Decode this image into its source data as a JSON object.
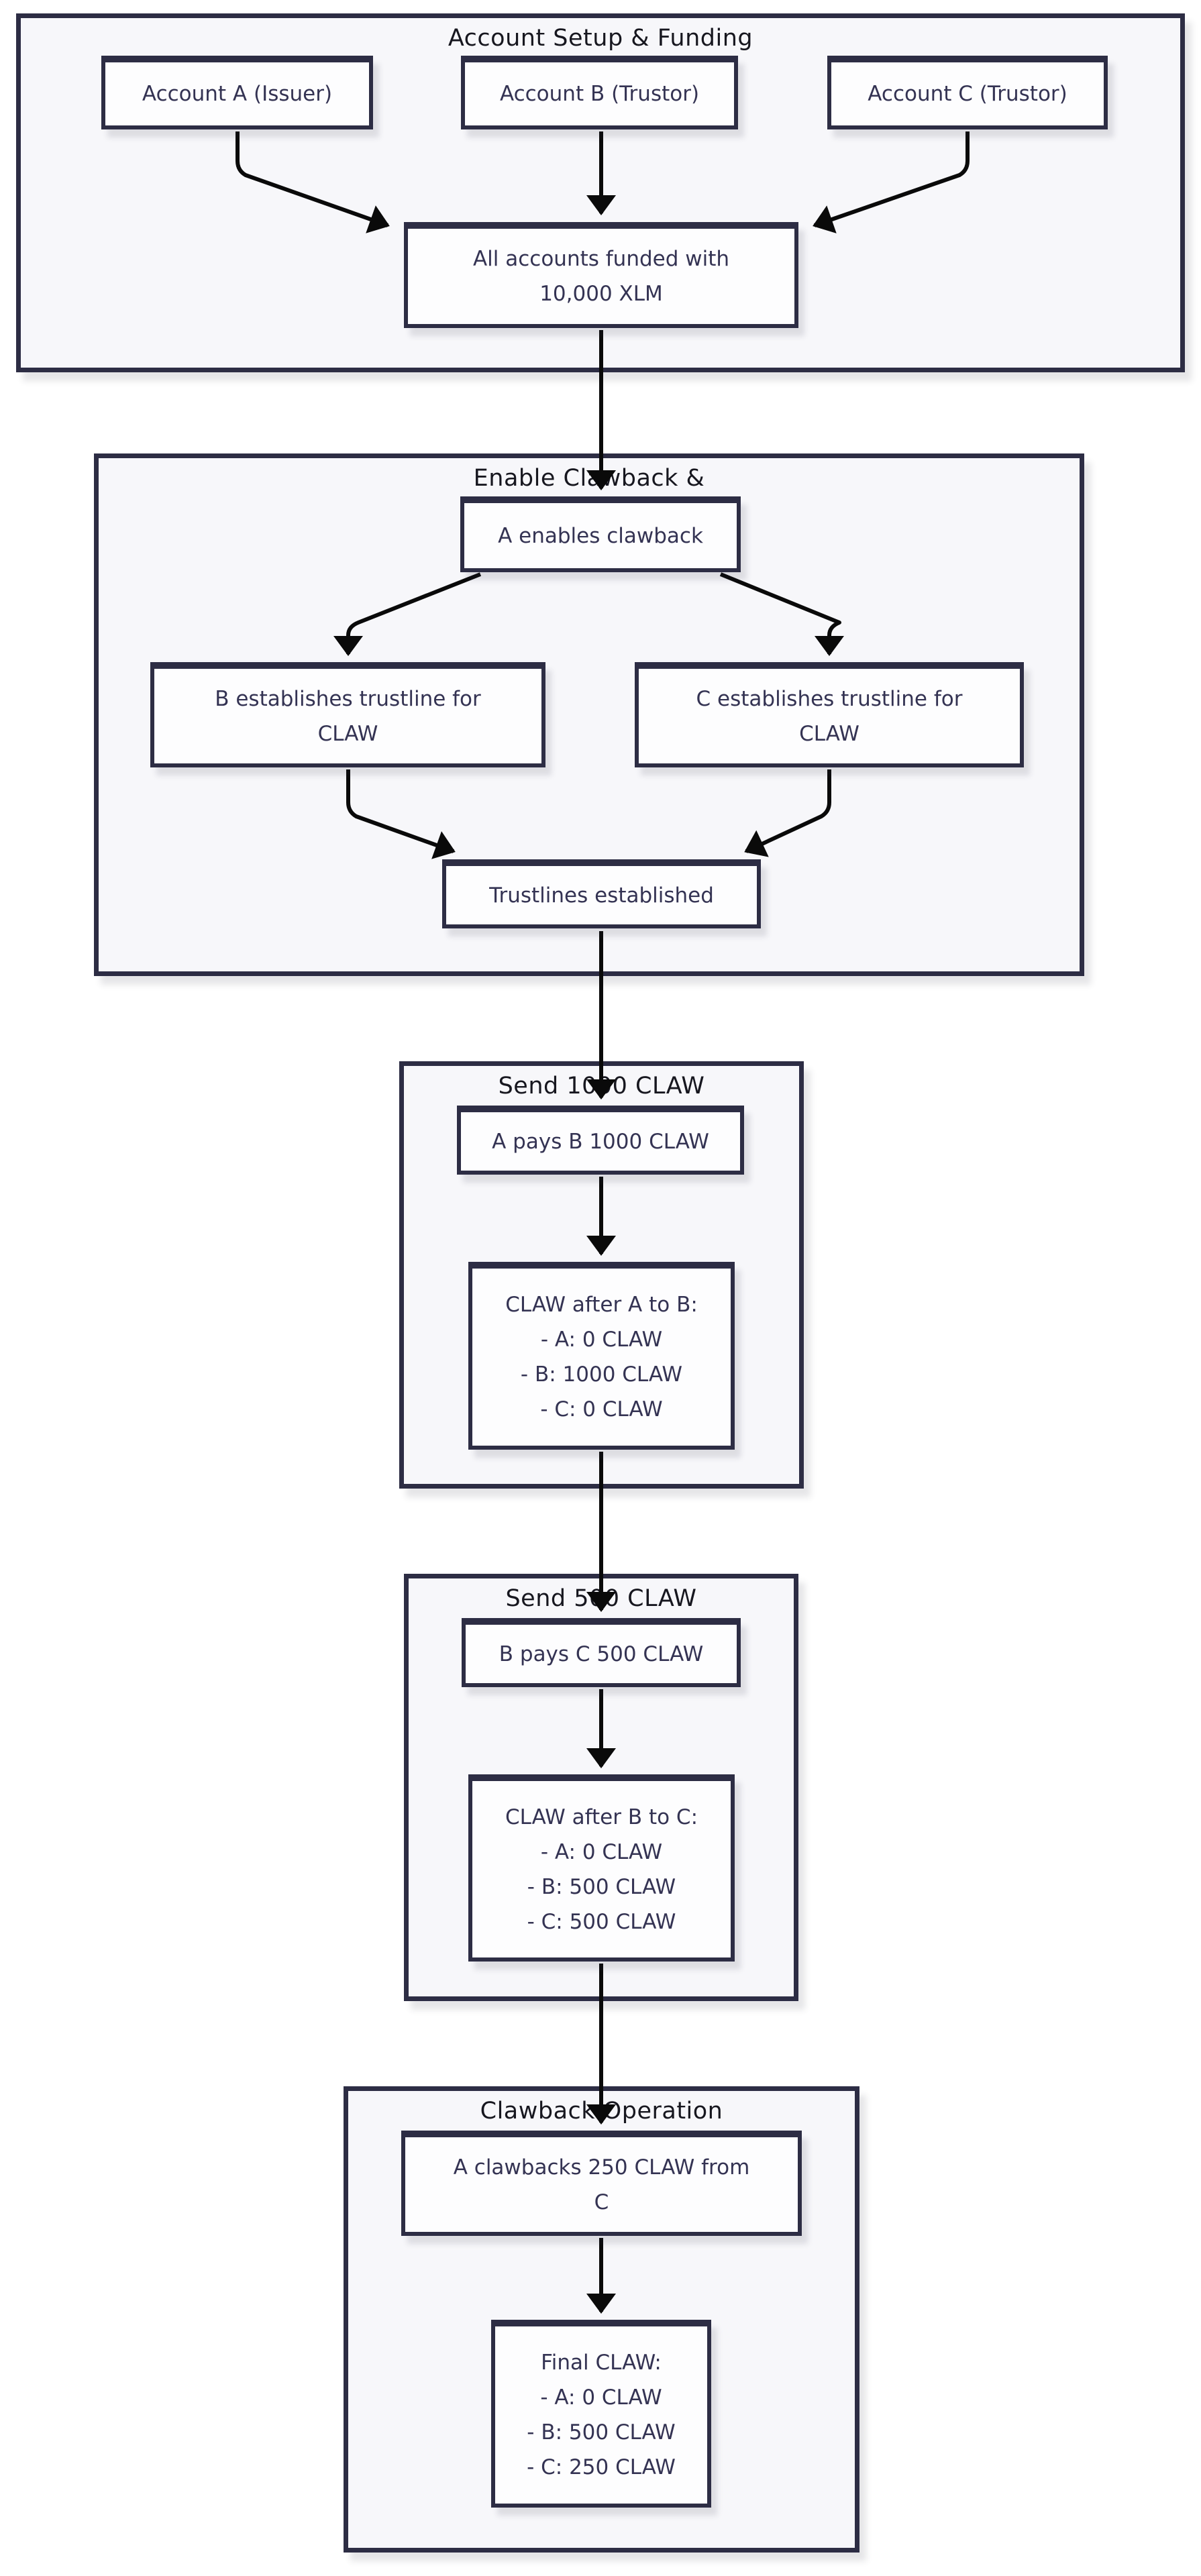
{
  "diagram_type": "flowchart",
  "colors": {
    "page_bg": "#ffffff",
    "group_fill": "#f7f7fa",
    "node_fill": "#fdfdfe",
    "border": "#2d2d44",
    "edge": "#0a0a0a",
    "node_text": "#343353",
    "title_text": "#17171f"
  },
  "groups": [
    {
      "title": "Account Setup & Funding",
      "nodes": [
        {
          "lines": [
            "Account A (Issuer)"
          ]
        },
        {
          "lines": [
            "Account B (Trustor)"
          ]
        },
        {
          "lines": [
            "Account C (Trustor)"
          ]
        },
        {
          "lines": [
            "All accounts funded with",
            "10,000 XLM"
          ]
        }
      ]
    },
    {
      "title": "Enable Clawback &",
      "nodes": [
        {
          "lines": [
            "A enables clawback"
          ]
        },
        {
          "lines": [
            "B establishes trustline for",
            "CLAW"
          ]
        },
        {
          "lines": [
            "C establishes trustline for",
            "CLAW"
          ]
        },
        {
          "lines": [
            "Trustlines established"
          ]
        }
      ]
    },
    {
      "title": "Send 1000 CLAW",
      "nodes": [
        {
          "lines": [
            "A pays B 1000 CLAW"
          ]
        },
        {
          "lines": [
            "CLAW after A to B:",
            "- A: 0 CLAW",
            "- B: 1000 CLAW",
            "- C: 0 CLAW"
          ]
        }
      ]
    },
    {
      "title": "Send 500 CLAW",
      "nodes": [
        {
          "lines": [
            "B pays C 500 CLAW"
          ]
        },
        {
          "lines": [
            "CLAW after B to C:",
            "- A: 0 CLAW",
            "- B: 500 CLAW",
            "- C: 500 CLAW"
          ]
        }
      ]
    },
    {
      "title": "Clawback Operation",
      "nodes": [
        {
          "lines": [
            "A clawbacks 250 CLAW from",
            "C"
          ]
        },
        {
          "lines": [
            "Final CLAW:",
            "- A: 0 CLAW",
            "- B: 500 CLAW",
            "- C: 250 CLAW"
          ]
        }
      ]
    }
  ]
}
